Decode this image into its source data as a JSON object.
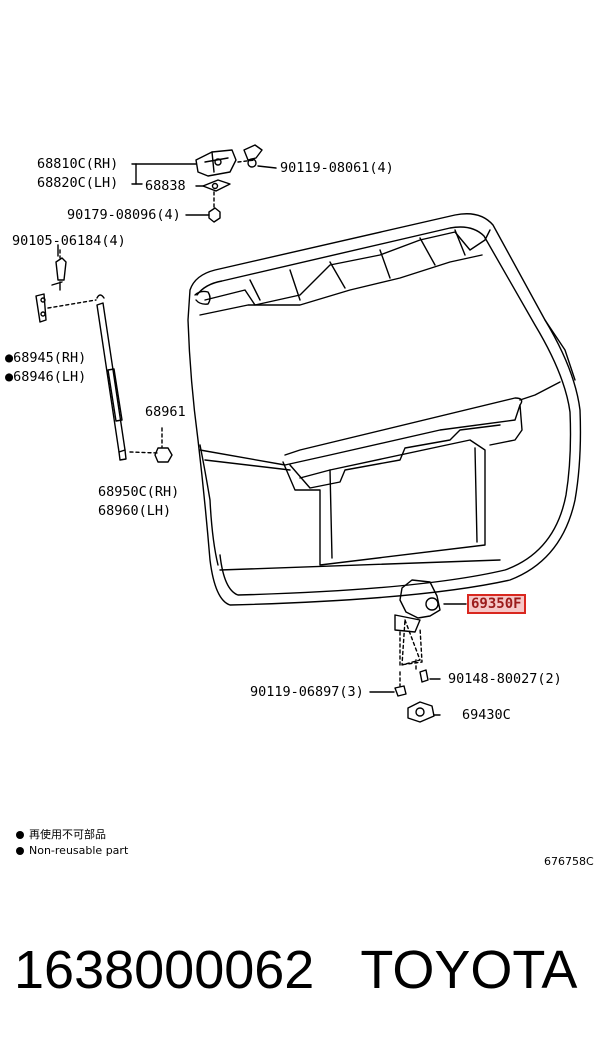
{
  "labels": {
    "p68810c": "68810C(RH)",
    "p68820c": "68820C(LH)",
    "p68838": "68838",
    "p90119_08061": "90119-08061(4)",
    "p90179_08096": "90179-08096(4)",
    "p90105_06184": "90105-06184(4)",
    "p68945": "●68945(RH)",
    "p68946": "●68946(LH)",
    "p68961": "68961",
    "p68950c": "68950C(RH)",
    "p68960": "68960(LH)",
    "p69350f": "69350F",
    "p90148_80027": "90148-80027(2)",
    "p90119_06897": "90119-06897(3)",
    "p69430c": "69430C"
  },
  "notes": {
    "non_reusable_cn": "再使用不可部品",
    "non_reusable_en": "Non-reusable part"
  },
  "figure_code": "676758C",
  "footer": {
    "part_number": "1638000062",
    "brand": "TOYOTA"
  },
  "colors": {
    "highlight_border": "#d9271f",
    "highlight_fill": "#f6c7c7"
  }
}
